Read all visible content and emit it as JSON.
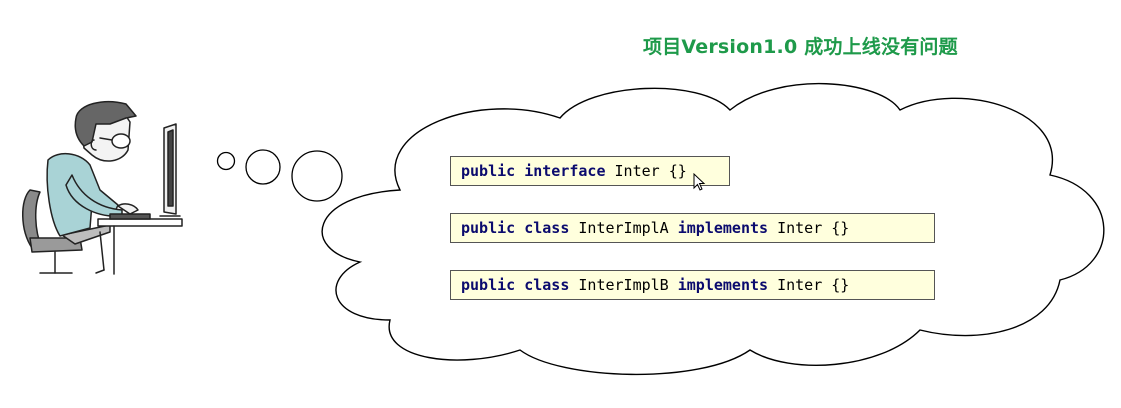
{
  "title": "项目Version1.0  成功上线没有问题",
  "code_lines": [
    {
      "kw1": "public",
      "kw2": "interface",
      "name": "Inter",
      "kw3": "",
      "tail": "Inter {}",
      "short": true
    },
    {
      "kw1": "public",
      "kw2": "class",
      "name": "InterImplA",
      "kw3": "implements",
      "tail": "Inter {}"
    },
    {
      "kw1": "public",
      "kw2": "class",
      "name": "InterImplB",
      "kw3": "implements",
      "tail": "Inter {}"
    }
  ],
  "line1": {
    "kw1": "public",
    "kw2": "interface",
    "rest": "Inter {}"
  },
  "line2": {
    "kw1": "public",
    "kw2": "class",
    "name": "InterImplA",
    "kw3": "implements",
    "rest": "Inter {}"
  },
  "line3": {
    "kw1": "public",
    "kw2": "class",
    "name": "InterImplB",
    "kw3": "implements",
    "rest": "Inter {}"
  },
  "colors": {
    "title": "#1e9a4a",
    "keyword": "#0b0b6e",
    "code_bg": "#ffffdd",
    "shirt": "#a9d3d6"
  },
  "icons": [
    "programmer-illustration",
    "thought-bubble",
    "mouse-pointer-icon"
  ]
}
